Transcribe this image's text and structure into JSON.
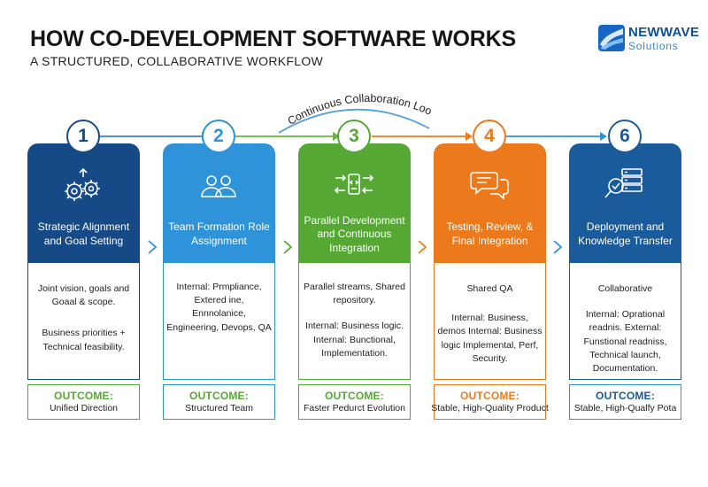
{
  "header": {
    "title": "HOW CO-DEVELOPMENT SOFTWARE WORKS",
    "subtitle": "A STRUCTURED, COLLABORATIVE WORKFLOW"
  },
  "logo": {
    "name": "NEWWAVE",
    "tagline": "Solutions",
    "icon": "wave-logo-icon"
  },
  "loop_label": "Continuous Collaboration Loop",
  "colors": {
    "navy": "#154a86",
    "blue": "#2f93da",
    "green": "#55a833",
    "orange": "#ec7a1c",
    "navy2": "#1a5b9c"
  },
  "steps": [
    {
      "number": "1",
      "icon": "gears-icon",
      "title": "Strategic Alignment and Goal Setting",
      "body1": "Joint vision, goals and Goaal & scope.",
      "body2": "Business priorities + Technical feasibility.",
      "outcome_label": "OUTCOME:",
      "outcome": "Unified Direction"
    },
    {
      "number": "2",
      "icon": "team-icon",
      "title": "Team Formation Role Assignment",
      "body1": "Internal: Prmpliance, Extered ine, Ennnolanice, Engineering, Devops, QA",
      "body2": "",
      "outcome_label": "OUTCOME:",
      "outcome": "Structured Team"
    },
    {
      "number": "3",
      "icon": "code-device-icon",
      "title": "Parallel Development and Continuous Integration",
      "body1": "Parallel streams, Shared repository.",
      "body2": "Internal: Business logic. Internal: Bunctional, Implementation.",
      "outcome_label": "OUTCOME:",
      "outcome": "Faster Pedurct Evolution"
    },
    {
      "number": "4",
      "icon": "chat-icon",
      "title": "Testing, Review, & Final Integration",
      "body1": "Shared QA",
      "body2": "Internal: Business, demos Internal: Business logic Implemental, Perf, Security.",
      "outcome_label": "OUTCOME:",
      "outcome": "Stable, High-Quality Product"
    },
    {
      "number": "6",
      "icon": "server-search-icon",
      "title": "Deployment and Knowledge Transfer",
      "body1": "Collaborative",
      "body2": "Internal: Oprational readnis. External: Funstional readniss, Technical launch, Documentation.",
      "outcome_label": "OUTCOME:",
      "outcome": "Stable, High-Qualfy Pota"
    }
  ]
}
